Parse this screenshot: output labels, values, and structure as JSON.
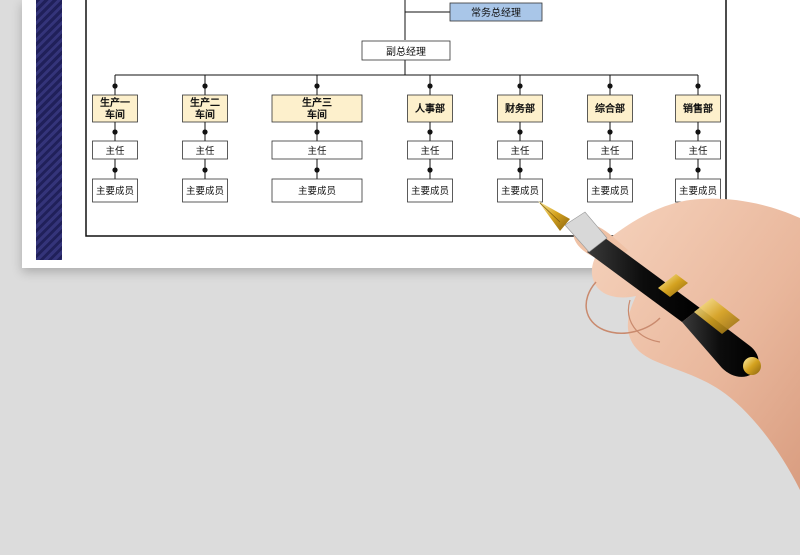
{
  "org_chart": {
    "executive_gm": "常务总经理",
    "deputy_gm": "副总经理",
    "departments": [
      {
        "name": "生产一\n车间",
        "highlight": true
      },
      {
        "name": "生产二\n车间",
        "highlight": true
      },
      {
        "name": "生产三\n车间",
        "highlight": true
      },
      {
        "name": "人事部",
        "highlight": true
      },
      {
        "name": "财务部",
        "highlight": true
      },
      {
        "name": "综合部",
        "highlight": true
      },
      {
        "name": "销售部",
        "highlight": true
      }
    ],
    "director_label": "主任",
    "members_label": "主要成员"
  },
  "colors": {
    "executive_fill": "#a9c6e8",
    "dept_fill": "#fdf0cc",
    "line": "#111111"
  }
}
